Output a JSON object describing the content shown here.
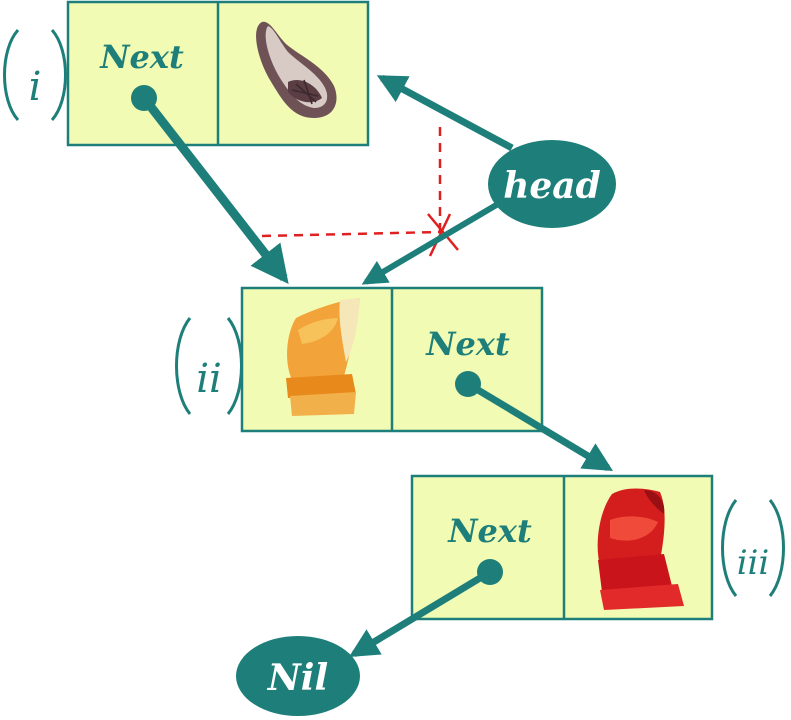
{
  "colors": {
    "teal": "#1e7f7a",
    "node_fill": "#f2fbb3",
    "dashed_red": "#e02020",
    "label_text": "#ffffff"
  },
  "nodes": [
    {
      "id": "i",
      "roman_label": "i",
      "next_label": "Next",
      "image": "brown-flat-shoe-image"
    },
    {
      "id": "ii",
      "roman_label": "ii",
      "next_label": "Next",
      "image": "orange-heel-shoe-image"
    },
    {
      "id": "iii",
      "roman_label": "iii",
      "next_label": "Next",
      "image": "red-heel-shoe-image"
    }
  ],
  "head_label": "head",
  "nil_label": "Nil"
}
